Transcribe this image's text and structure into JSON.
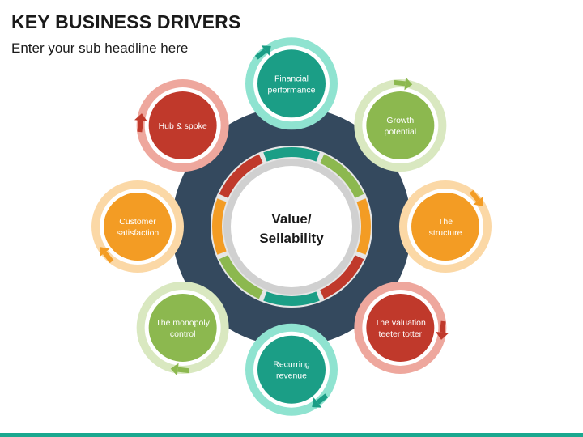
{
  "header": {
    "title": "KEY BUSINESS DRIVERS",
    "subtitle": "Enter your sub headline here"
  },
  "center": {
    "line1": "Value/",
    "line2": "Sellability"
  },
  "colors": {
    "hub": "#34495e",
    "teal": "#1b9e86",
    "teal_light": "#8fe3d0",
    "green": "#8cb84f",
    "green_light": "#d9e8c0",
    "orange": "#f39c24",
    "orange_light": "#fbd8a6",
    "red": "#c0392b",
    "red_light": "#eea79d"
  },
  "nodes": [
    {
      "lines": [
        "Financial",
        "performance"
      ],
      "color": "teal"
    },
    {
      "lines": [
        "Growth",
        "potential"
      ],
      "color": "green"
    },
    {
      "lines": [
        "The",
        "structure"
      ],
      "color": "orange"
    },
    {
      "lines": [
        "The valuation",
        "teeter totter"
      ],
      "color": "red"
    },
    {
      "lines": [
        "Recurring",
        "revenue"
      ],
      "color": "teal"
    },
    {
      "lines": [
        "The monopoly",
        "control"
      ],
      "color": "green"
    },
    {
      "lines": [
        "Customer",
        "satisfaction"
      ],
      "color": "orange"
    },
    {
      "lines": [
        "Hub & spoke"
      ],
      "color": "red"
    }
  ]
}
